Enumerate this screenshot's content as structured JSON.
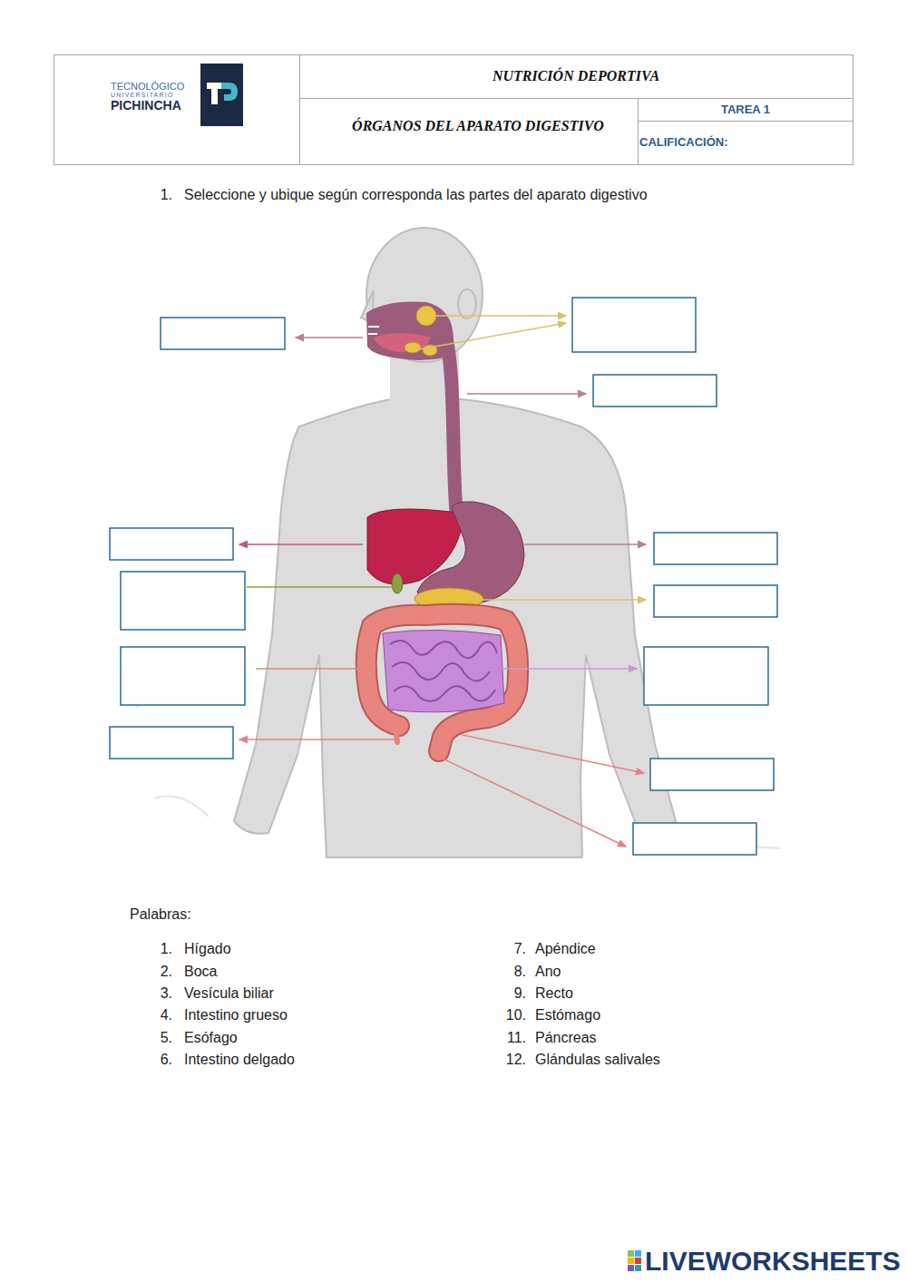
{
  "diagram": {
    "labels": [
      "TECNOLÓGICO",
      "UNIVERSITARIO",
      "PICHINCHA",
      "NUTRICIÓN DEPORTIVA",
      "ÓRGANOS DEL APARATO DIGESTIVO",
      "TAREA 1",
      "CALIFICACIÓN:",
      "1.",
      "Seleccione y ubique según corresponda las partes del aparato digestivo",
      "Palabras:",
      "1.",
      "Hígado",
      "2.",
      "Boca",
      "3.",
      "Vesícula biliar",
      "4.",
      "Intestino grueso",
      "5.",
      "Esófago",
      "6.",
      "Intestino delgado",
      "7.",
      "Apéndice",
      "8.",
      "Ano",
      "9.",
      "Recto",
      "10.",
      "Estómago",
      "11.",
      "Páncreas",
      "12.",
      "Glándulas salivales",
      "LIVEWORKSHEETS"
    ]
  }
}
